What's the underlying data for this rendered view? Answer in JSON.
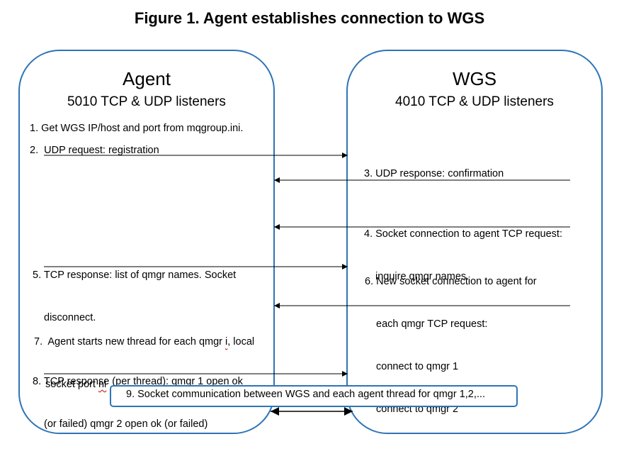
{
  "title": "Figure 1. Agent establishes connection to WGS",
  "agent": {
    "name": "Agent",
    "listeners": "5010 TCP & UDP listeners"
  },
  "wgs": {
    "name": "WGS",
    "listeners": "4010 TCP & UDP listeners"
  },
  "steps": {
    "s1": "1. Get WGS IP/host and port from mqgroup.ini.",
    "s2": "2.  UDP request: registration",
    "s3": "3. UDP response: confirmation",
    "s4a": "4. Socket connection to agent TCP request:",
    "s4b": "inquire qmgr names.",
    "s5a": "5. TCP response: list of qmgr names. Socket",
    "s5b": "disconnect.",
    "s6a": "6. New socket connection to agent for",
    "s6b": "each qmgr TCP request:",
    "s6c": "connect to qmgr 1",
    "s6d": "connect to qmgr 2",
    "s7a": "7.  Agent starts new thread for each qmgr ",
    "s7i": "i",
    "s7a_end": ", local",
    "s7b": "socket port ",
    "s7ni": "ni",
    "s8a": "8. TCP response (per thread): qmgr 1 open ok",
    "s8b": "(or failed) qmgr 2 open ok (or failed)",
    "s9": "9. Socket communication between WGS and each agent thread for qmgr 1,2,..."
  },
  "colors": {
    "box_border": "#2e74b5",
    "arrow": "#000000",
    "spellcheck": "#c00000"
  }
}
